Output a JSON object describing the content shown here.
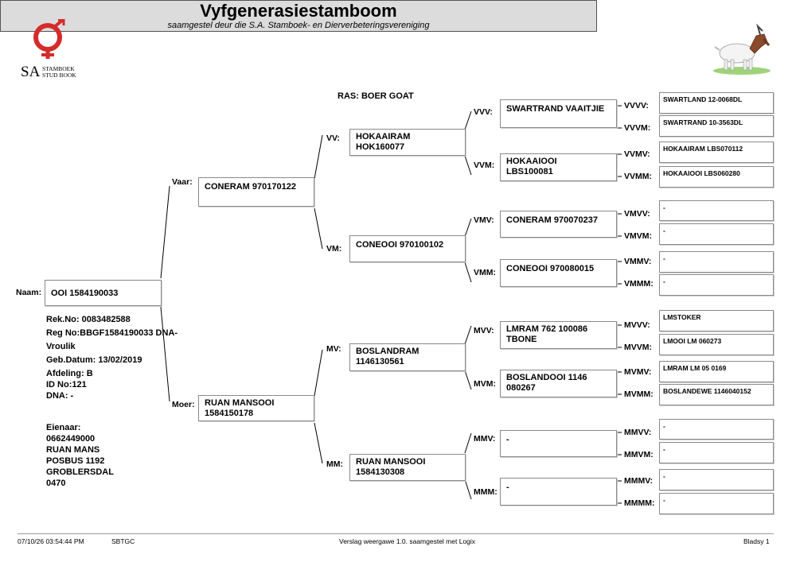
{
  "header": {
    "title": "Vyfgenerasiestamboom",
    "subtitle": "saamgestel deur die S.A. Stamboek- en Dierverbeteringsvereniging",
    "logo": {
      "mark": "SA",
      "line1": "STAMBOEK",
      "line2": "STUD BOOK",
      "color": "#d42b2b"
    }
  },
  "breed": "RAS: BOER GOAT",
  "animal": {
    "label": "Naam:",
    "name": "OOI 1584190033",
    "rek_no": "Rek.No: 0083482588",
    "reg_no": "Reg No:BBGF1584190033 DNA-",
    "sex": "Vroulik",
    "birth": "Geb.Datum: 13/02/2019",
    "details": "Afdeling: B\nID No:121\nDNA: -",
    "owner": "Eienaar:\n0662449000\nRUAN MANS\nPOSBUS 1192\nGROBLERSDAL\n0470"
  },
  "gen1": [
    {
      "label": "Vaar:",
      "name": "CONERAM 970170122"
    },
    {
      "label": "Moer:",
      "name": "RUAN MANSOOI\n1584150178"
    }
  ],
  "gen2": [
    {
      "label": "VV:",
      "name": "HOKAAIRAM\nHOK160077"
    },
    {
      "label": "VM:",
      "name": "CONEOOI 970100102"
    },
    {
      "label": "MV:",
      "name": "BOSLANDRAM\n1146130561"
    },
    {
      "label": "MM:",
      "name": " RUAN MANSOOI\n 1584130308"
    }
  ],
  "gen3": [
    {
      "label": "VVV:",
      "name": "SWARTRAND VAAITJIE"
    },
    {
      "label": "VVM:",
      "name": "HOKAAIOOI\nLBS100081"
    },
    {
      "label": "VMV:",
      "name": "CONERAM 970070237"
    },
    {
      "label": "VMM:",
      "name": "CONEOOI 970080015"
    },
    {
      "label": "MVV:",
      "name": "LMRAM 762 100086\nTBONE"
    },
    {
      "label": "MVM:",
      "name": "BOSLANDOOI 1146\n080267"
    },
    {
      "label": "MMV:",
      "name": "-"
    },
    {
      "label": "MMM:",
      "name": "-"
    }
  ],
  "gen4": [
    {
      "label": "VVVV:",
      "name": "SWARTLAND 12-0068DL"
    },
    {
      "label": "VVVM:",
      "name": "SWARTRAND 10-3563DL"
    },
    {
      "label": "VVMV:",
      "name": "HOKAAIRAM LBS070112"
    },
    {
      "label": "VVMM:",
      "name": "HOKAAIOOI LBS060280"
    },
    {
      "label": "VMVV:",
      "name": "-"
    },
    {
      "label": "VMVM:",
      "name": "-"
    },
    {
      "label": "VMMV:",
      "name": "-"
    },
    {
      "label": "VMMM:",
      "name": "-"
    },
    {
      "label": "MVVV:",
      "name": "LMSTOKER"
    },
    {
      "label": "MVVM:",
      "name": "LMOOI LM 060273"
    },
    {
      "label": "MVMV:",
      "name": "LMRAM LM 05 0169"
    },
    {
      "label": "MVMM:",
      "name": "BOSLANDEWE 1146040152"
    },
    {
      "label": "MMVV:",
      "name": "-"
    },
    {
      "label": "MMVM:",
      "name": "-"
    },
    {
      "label": "MMMV:",
      "name": "-"
    },
    {
      "label": "MMMM:",
      "name": "-"
    }
  ],
  "footer": {
    "datetime": "07/10/26 03:54:44 PM",
    "code": "SBTGC",
    "version": "Verslag weergawe 1.0. saamgestel met Logix",
    "page": "Bladsy 1"
  }
}
